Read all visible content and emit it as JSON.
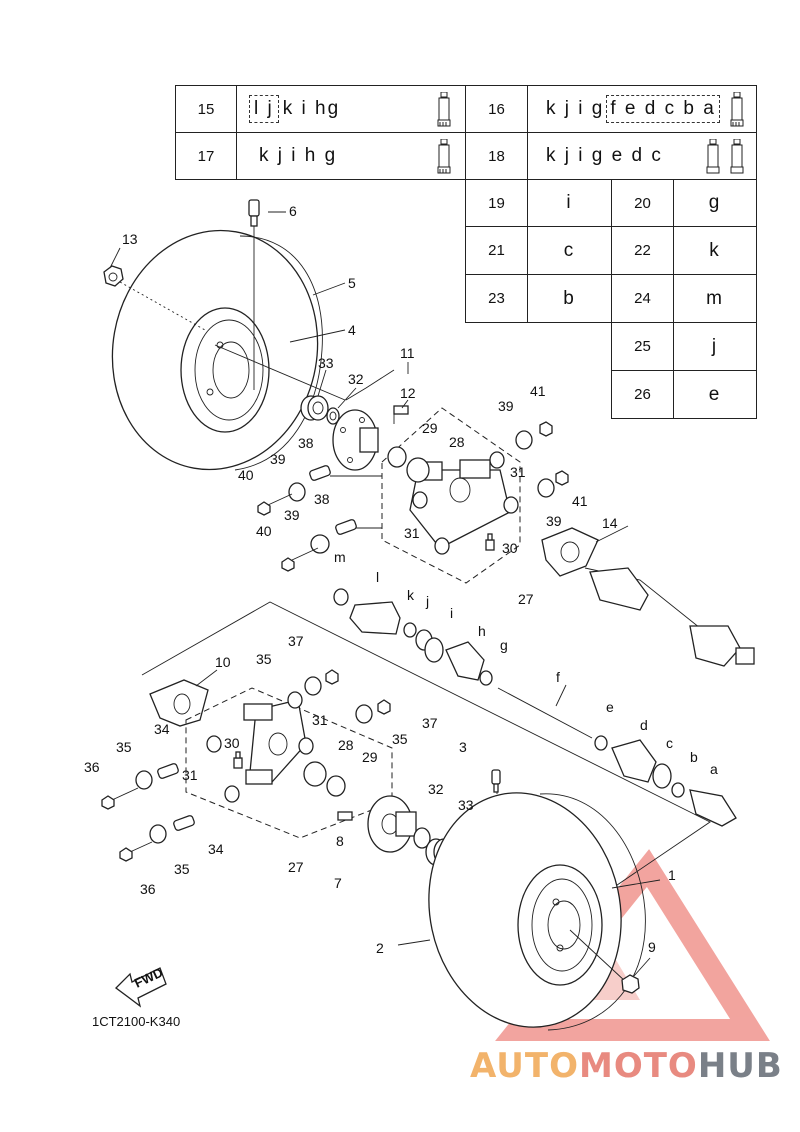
{
  "legend_table": {
    "rows": [
      {
        "num": "15",
        "boxed": "l j",
        "code": "k i hg",
        "tubes": 1
      },
      {
        "num": "16",
        "code_pre": "k j i g",
        "boxed": "f e d c b a",
        "tubes": 1
      },
      {
        "num": "17",
        "code": "k j i h g",
        "tubes": 1
      },
      {
        "num": "18",
        "code": "k j i g e d c",
        "tubes": 2
      }
    ],
    "pairs": [
      {
        "num": "19",
        "code": "i"
      },
      {
        "num": "20",
        "code": "g"
      },
      {
        "num": "21",
        "code": "c"
      },
      {
        "num": "22",
        "code": "k"
      },
      {
        "num": "23",
        "code": "b"
      },
      {
        "num": "24",
        "code": "m"
      },
      {
        "num": "25",
        "code": "j"
      },
      {
        "num": "26",
        "code": "e"
      }
    ]
  },
  "callouts": {
    "n1": "1",
    "n2": "2",
    "n3": "3",
    "n4": "4",
    "n5": "5",
    "n6": "6",
    "n7": "7",
    "n8": "8",
    "n9": "9",
    "n10": "10",
    "n11": "11",
    "n12": "12",
    "n13": "13",
    "n14": "14",
    "n27a": "27",
    "n27b": "27",
    "n28a": "28",
    "n28b": "28",
    "n29a": "29",
    "n29b": "29",
    "n30a": "30",
    "n30b": "30",
    "n31a": "31",
    "n31b": "31",
    "n31c": "31",
    "n31d": "31",
    "n32a": "32",
    "n32b": "32",
    "n33a": "33",
    "n33b": "33",
    "n34a": "34",
    "n34b": "34",
    "n35a": "35",
    "n35b": "35",
    "n35c": "35",
    "n35d": "35",
    "n36a": "36",
    "n36b": "36",
    "n37a": "37",
    "n37b": "37",
    "n38a": "38",
    "n38b": "38",
    "n39a": "39",
    "n39b": "39",
    "n39c": "39",
    "n39d": "39",
    "n40a": "40",
    "n40b": "40",
    "n41a": "41",
    "n41b": "41",
    "la": "a",
    "lb": "b",
    "lc": "c",
    "ld": "d",
    "le": "e",
    "lf": "f",
    "lg": "g",
    "lh": "h",
    "li": "i",
    "lj": "j",
    "lk": "k",
    "ll": "l",
    "lm": "m"
  },
  "fwd_label": "FWD",
  "doc_code": "1CT2100-K340",
  "watermark": {
    "part1": "AUTO",
    "part2": "MOTO",
    "part3": "HUB"
  },
  "colors": {
    "watermark_red": "#e85a50",
    "watermark_orange": "#f2b36b",
    "watermark_grey": "#7a8088"
  }
}
